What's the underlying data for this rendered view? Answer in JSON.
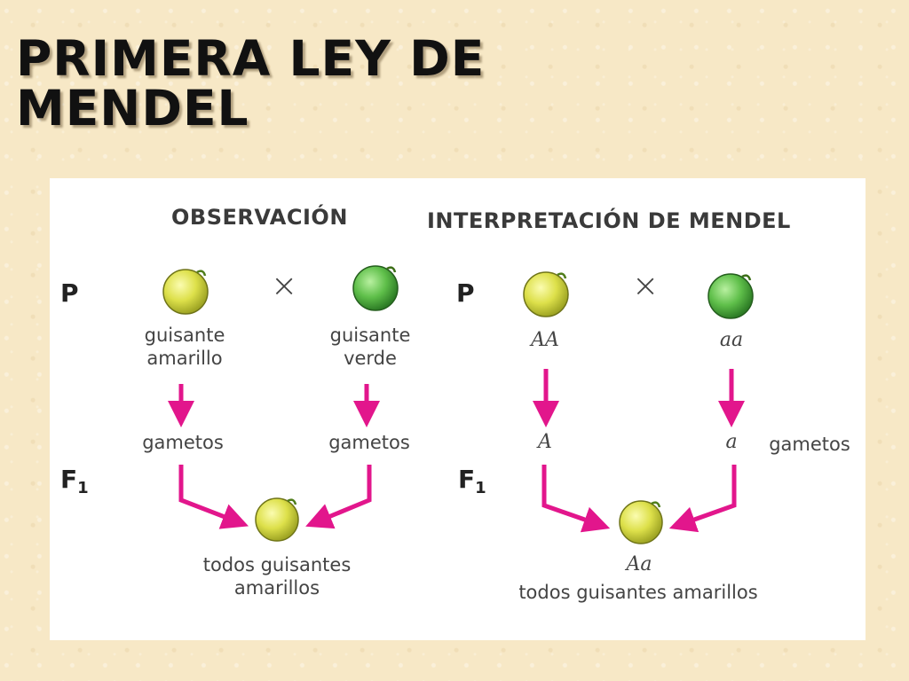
{
  "title": {
    "line1": "PRIMERA LEY DE",
    "line2": "MENDEL"
  },
  "observation": {
    "heading": "OBSERVACIÓN",
    "generation_p": "P",
    "generation_f": "F",
    "generation_f_sub": "1",
    "cross_symbol": "×",
    "parent_yellow": {
      "line1": "guisante",
      "line2": "amarillo"
    },
    "parent_green": {
      "line1": "guisante",
      "line2": "verde"
    },
    "gametes_left": "gametos",
    "gametes_right": "gametos",
    "offspring": {
      "line1": "todos guisantes",
      "line2": "amarillos"
    }
  },
  "interpretation": {
    "heading": "INTERPRETACIÓN DE MENDEL",
    "generation_p": "P",
    "generation_f": "F",
    "generation_f_sub": "1",
    "cross_symbol": "×",
    "genotype_yellow": "AA",
    "genotype_green": "aa",
    "gamete_yellow": "A",
    "gamete_green": "a",
    "gametes_label": "gametos",
    "offspring_genotype": "Aa",
    "offspring_label": "todos guisantes amarillos"
  },
  "colors": {
    "yellow_pea": "#dde04a",
    "green_pea": "#5fbf4a",
    "arrow": "#e2168c",
    "background": "#f7e8c6"
  }
}
